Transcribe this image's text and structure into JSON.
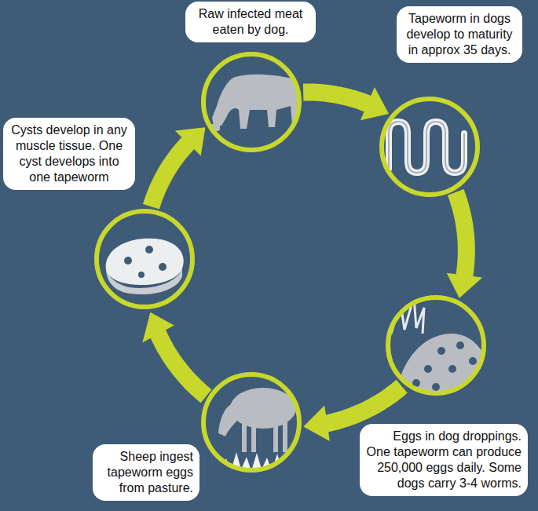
{
  "diagram": {
    "nodes": [
      {
        "text": [
          "Raw infected meat eaten by dog."
        ]
      },
      {
        "text": [
          "Tapeworm in dogs develop to maturity in approx 35 days."
        ]
      },
      {
        "text": [
          "Eggs in dog droppings. One tapeworm can produce 250,000 eggs daily. Some dogs carry 3-4 worms."
        ]
      },
      {
        "text": [
          "Sheep ingest tapeworm eggs from pasture."
        ]
      },
      {
        "text": [
          "Cysts develop in any muscle tissue. One cyst develops into one tapeworm"
        ]
      }
    ],
    "edges": [
      {
        "from": 0,
        "to": 1,
        "arrow": "to"
      },
      {
        "from": 1,
        "to": 2,
        "arrow": "to"
      },
      {
        "from": 2,
        "to": 3,
        "arrow": "to"
      },
      {
        "from": 3,
        "to": 4,
        "arrow": "to"
      },
      {
        "from": 4,
        "to": 0,
        "arrow": "to"
      }
    ]
  }
}
